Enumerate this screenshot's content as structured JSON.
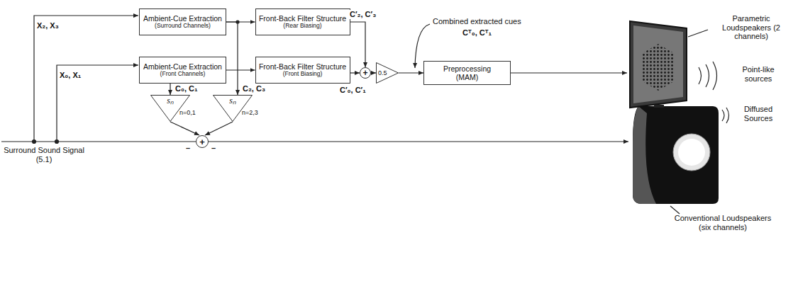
{
  "diagram": {
    "nodes": [
      {
        "text": [
          "Ambient-Cue Extraction",
          "(Surround Channels)"
        ]
      },
      {
        "text": [
          "Front-Back Filter Structure",
          "(Rear Biasing)"
        ]
      },
      {
        "text": [
          "Ambient-Cue Extraction",
          "(Front Channels)"
        ]
      },
      {
        "text": [
          "Front-Back Filter Structure",
          "(Front Biasing)"
        ]
      },
      {
        "text": [
          "+"
        ]
      },
      {
        "text": [
          "0.5"
        ]
      },
      {
        "text": [
          "Preprocessing (MAM)"
        ]
      },
      {
        "text": [
          "sₙ",
          "n=0,1"
        ]
      },
      {
        "text": [
          "sₙ",
          "n=2,3"
        ]
      },
      {
        "text": [
          "+"
        ]
      }
    ],
    "edges": [
      {
        "from": 0,
        "to": 1,
        "arrow": "to"
      },
      {
        "from": 2,
        "to": 3,
        "arrow": "to"
      },
      {
        "from": 1,
        "to": 4,
        "arrow": "to",
        "label": "C′₂, C′₃"
      },
      {
        "from": 3,
        "to": 4,
        "arrow": "to",
        "label": "C′₀, C′₁"
      },
      {
        "from": 4,
        "to": 5,
        "arrow": "to"
      },
      {
        "from": 5,
        "to": 6,
        "arrow": "to"
      },
      {
        "from": 2,
        "to": 7,
        "arrow": "to",
        "label": "C₀, C₁"
      },
      {
        "from": 0,
        "to": 8,
        "arrow": "to",
        "label": "C₂, C₃"
      },
      {
        "from": 7,
        "to": 9,
        "arrow": "to"
      },
      {
        "from": 8,
        "to": 9,
        "arrow": "to"
      }
    ],
    "labels": [
      "X₂, X₃",
      "X₀, X₁",
      "Surround Sound Signal (5.1)",
      "–",
      "–",
      "Combined extracted cues",
      "Cᵀ₀, Cᵀ₁",
      "Parametric Loudspeakers (2 channels)",
      "Point-like sources",
      "Diffused Sources",
      "Conventional Loudspeakers (six channels)"
    ]
  }
}
